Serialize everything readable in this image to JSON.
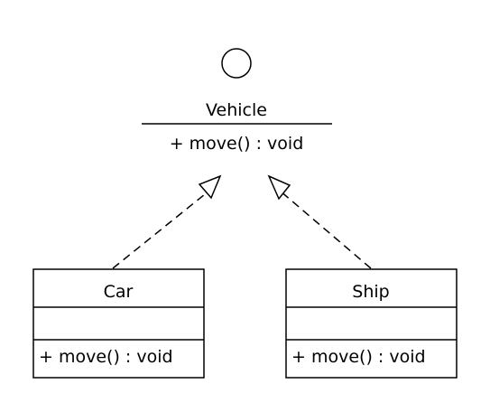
{
  "interface": {
    "name": "Vehicle",
    "operation": "+ move() : void"
  },
  "classes": [
    {
      "name": "Car",
      "operation": "+ move() : void"
    },
    {
      "name": "Ship",
      "operation": "+ move() : void"
    }
  ],
  "colors": {
    "line": "#000000",
    "background": "#ffffff"
  }
}
